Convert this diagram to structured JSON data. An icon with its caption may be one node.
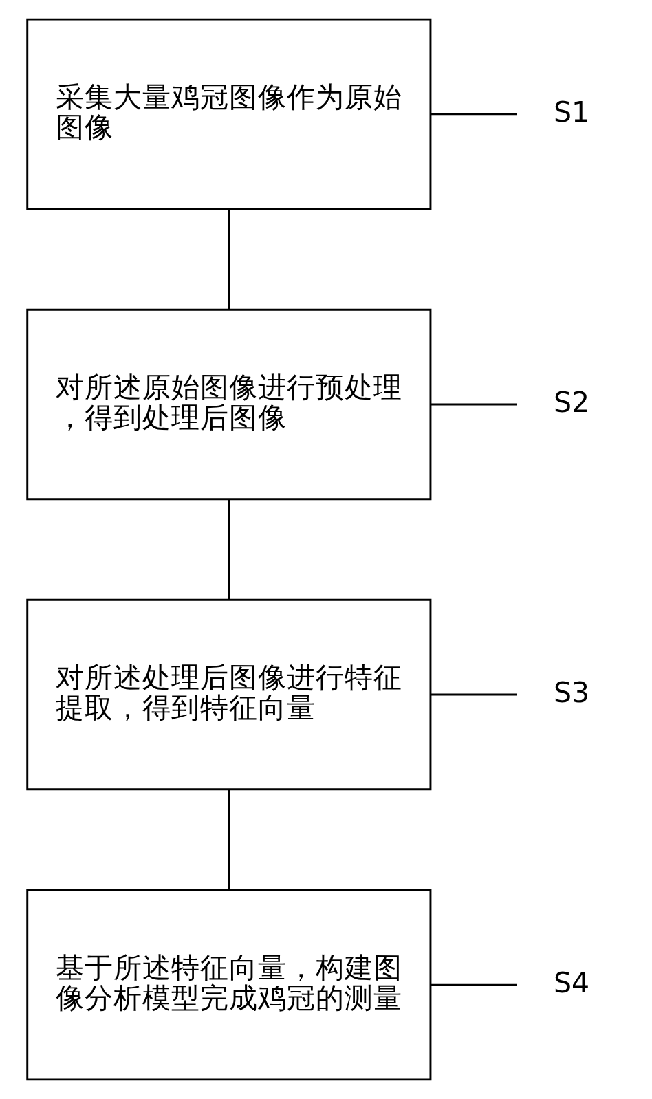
{
  "diagram": {
    "nodes": [
      {
        "text": [
          "采集大量鸡冠图像作为原始图像"
        ]
      },
      {
        "text": [
          "S1"
        ]
      },
      {
        "text": [
          "对所述原始图像进行预处理，得到处理后图像"
        ]
      },
      {
        "text": [
          "S2"
        ]
      },
      {
        "text": [
          "对所述处理后图像进行特征提取，得到特征向量"
        ]
      },
      {
        "text": [
          "S3"
        ]
      },
      {
        "text": [
          "基于所述特征向量，构建图像分析模型完成鸡冠的测量"
        ]
      },
      {
        "text": [
          "S4"
        ]
      }
    ],
    "edges": [
      {
        "from": 0,
        "to": 2,
        "arrow": "none"
      },
      {
        "from": 2,
        "to": 4,
        "arrow": "none"
      },
      {
        "from": 4,
        "to": 6,
        "arrow": "none"
      },
      {
        "from": 1,
        "to": 0,
        "arrow": "none"
      },
      {
        "from": 3,
        "to": 2,
        "arrow": "none"
      },
      {
        "from": 5,
        "to": 4,
        "arrow": "none"
      },
      {
        "from": 7,
        "to": 6,
        "arrow": "none"
      }
    ]
  }
}
